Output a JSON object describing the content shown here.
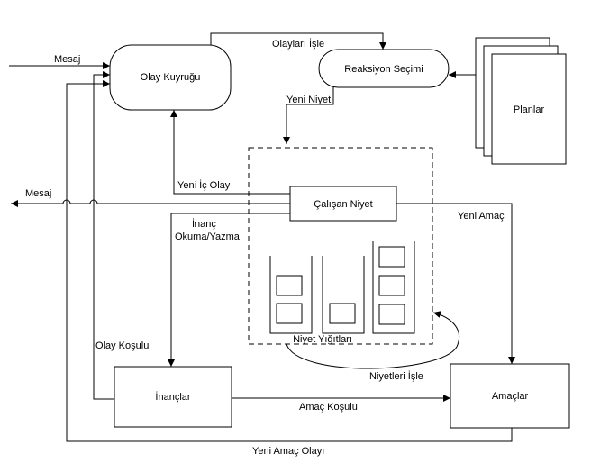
{
  "nodes": {
    "event_queue": "Olay Kuyruğu",
    "reaction_selection": "Reaksiyon Seçimi",
    "plans": "Planlar",
    "running_intention": "Çalışan Niyet",
    "intention_stacks": "Niyet Yığıtları",
    "beliefs": "İnançlar",
    "goals": "Amaçlar"
  },
  "edges": {
    "message_in": "Mesaj",
    "message_out": "Mesaj",
    "process_events": "Olayları İşle",
    "new_intention": "Yeni Niyet",
    "new_internal_event": "Yeni İç Olay",
    "new_goal": "Yeni Amaç",
    "belief_rw_1": "İnanç",
    "belief_rw_2": "Okuma/Yazma",
    "event_condition": "Olay Koşulu",
    "goal_condition": "Amaç Koşulu",
    "process_intentions": "Niyetleri İşle",
    "new_goal_event": "Yeni Amaç Olayı"
  }
}
